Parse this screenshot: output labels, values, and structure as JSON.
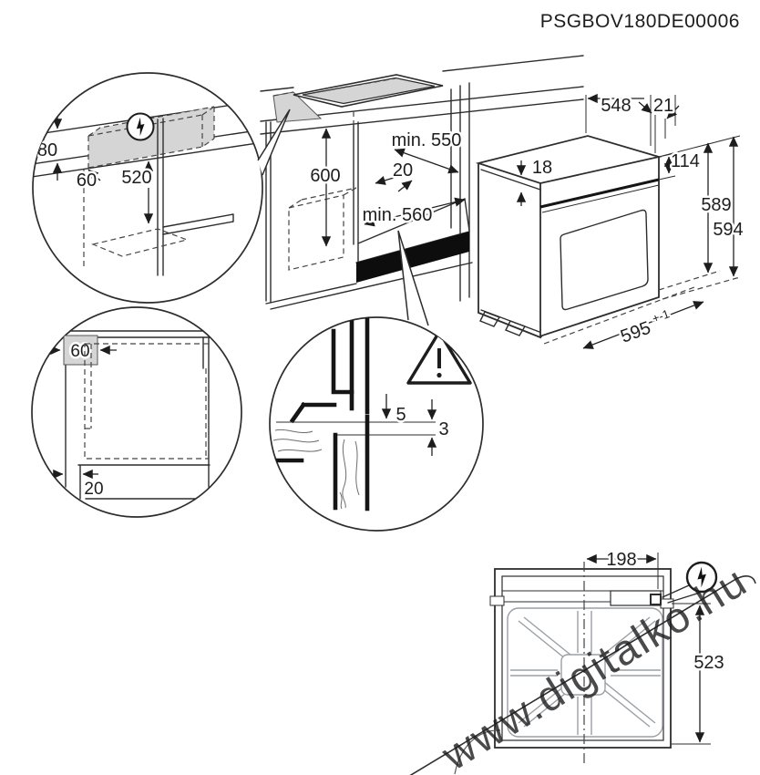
{
  "title": "PSGBOV180DE00006",
  "watermark": "www.digitalko.hu",
  "colors": {
    "line": "#2d2d2d",
    "shade": "#d5d5d5",
    "panel_gray": "#9aa0a6",
    "watermark": "#b3bfcb",
    "vent_strip": "#0d0d0d"
  },
  "icons": {
    "electrical": "lightning-icon",
    "warning": "warning-triangle-icon"
  },
  "details": {
    "rear_top_detail": {
      "height_above": "80",
      "edge_offset": "60",
      "height_below": "520"
    },
    "niche": {
      "height": "600",
      "depth": "min. 550",
      "gap": "20",
      "width": "min. 560"
    },
    "oven": {
      "depth": "548",
      "door_offset": "21",
      "top_thickness": "18",
      "panel_height": "114",
      "height_a": "589",
      "height_b": "594",
      "width": "595",
      "width_tolerance": "+-1"
    },
    "side_section": {
      "top_clearance": "60",
      "plinth_recess": "20"
    },
    "trim_detail": {
      "gap_upper": "5",
      "gap_lower": "3"
    },
    "rear_view": {
      "connection_offset": "198",
      "connection_height": "523"
    }
  }
}
